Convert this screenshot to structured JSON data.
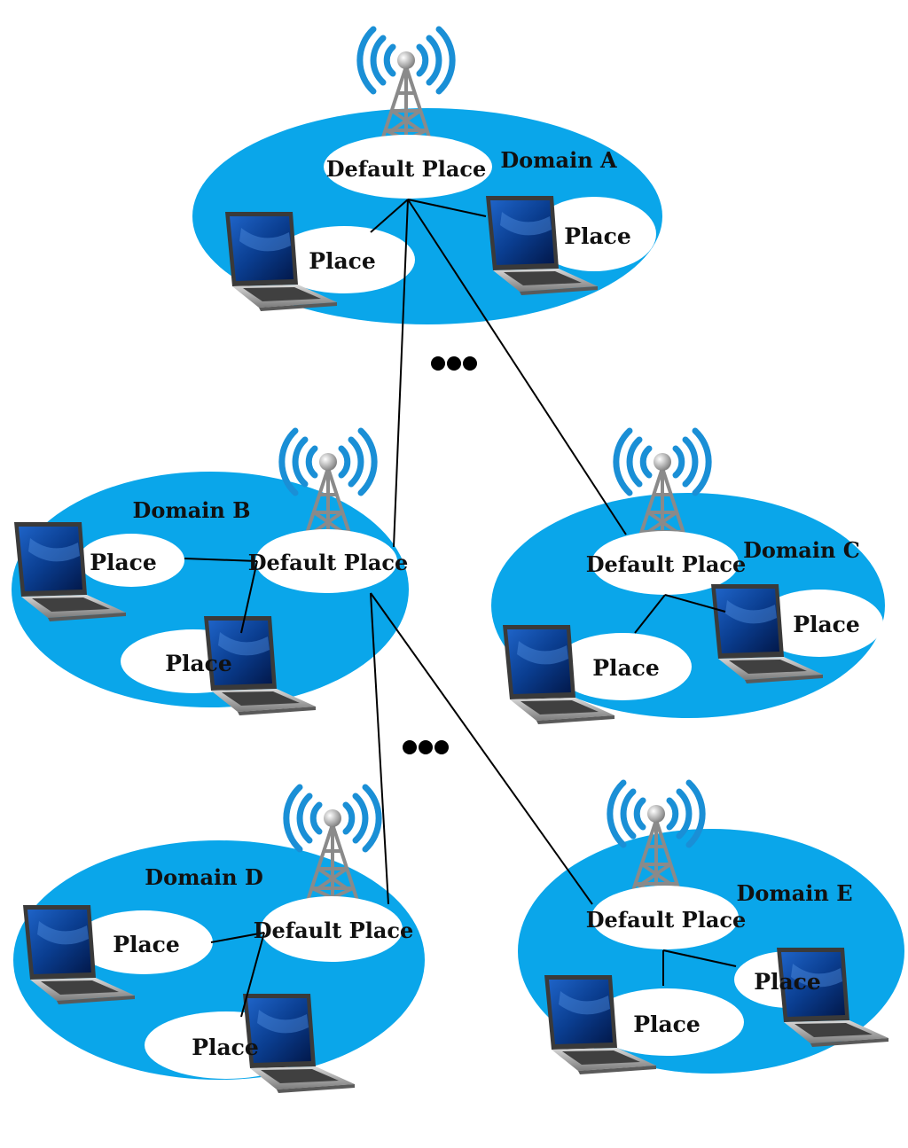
{
  "labels": {
    "default_place": "Default Place",
    "place": "Place"
  },
  "domains": {
    "a": {
      "name": "Domain A"
    },
    "b": {
      "name": "Domain B"
    },
    "c": {
      "name": "Domain C"
    },
    "d": {
      "name": "Domain D"
    },
    "e": {
      "name": "Domain E"
    }
  },
  "colors": {
    "domain_fill": "#0aa6ea",
    "place_fill": "#ffffff",
    "signal_wave": "#1a8fd6",
    "tower": "#8a8a8a"
  },
  "icons": [
    "radio-tower-icon",
    "laptop-icon",
    "ellipsis-icon"
  ]
}
